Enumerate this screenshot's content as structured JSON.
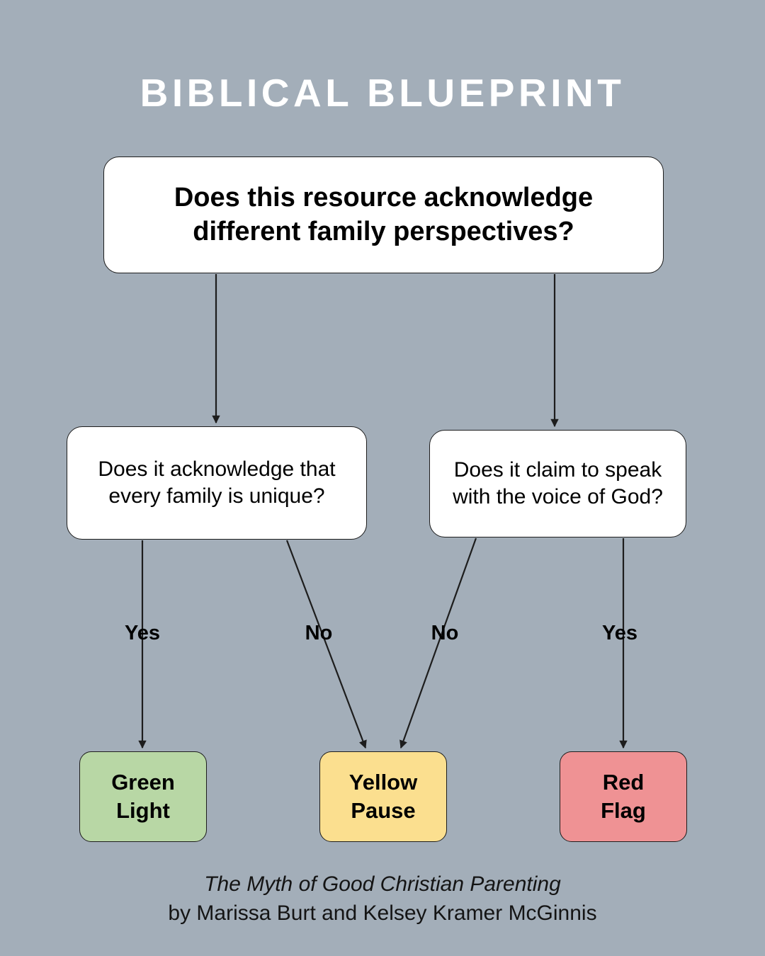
{
  "header": {
    "title": "BIBLICAL BLUEPRINT"
  },
  "colors": {
    "background": "#a3aeb9",
    "title_text": "#ffffff",
    "node_fill": "#ffffff",
    "node_border": "#1d1d1d",
    "green": "#b8d7a5",
    "yellow": "#fbdf8f",
    "red": "#ef9294",
    "edge": "#1d1d1d",
    "text": "#000000"
  },
  "flowchart": {
    "type": "decision-tree",
    "root": {
      "id": "root-question",
      "text": "Does this resource acknowledge different family perspectives?"
    },
    "decisions": [
      {
        "id": "decision-family-unique",
        "text": "Does it acknowledge that every family is unique?"
      },
      {
        "id": "decision-voice-of-god",
        "text": "Does it claim to speak with the voice of God?"
      }
    ],
    "outcomes": [
      {
        "id": "outcome-green",
        "line1": "Green",
        "line2": "Light",
        "color": "#b8d7a5"
      },
      {
        "id": "outcome-yellow",
        "line1": "Yellow",
        "line2": "Pause",
        "color": "#fbdf8f"
      },
      {
        "id": "outcome-red",
        "line1": "Red",
        "line2": "Flag",
        "color": "#ef9294"
      }
    ],
    "edge_labels": [
      {
        "id": "edge-label-yes-left",
        "text": "Yes",
        "from": "decision-family-unique",
        "to": "outcome-green"
      },
      {
        "id": "edge-label-no-left",
        "text": "No",
        "from": "decision-family-unique",
        "to": "outcome-yellow"
      },
      {
        "id": "edge-label-no-right",
        "text": "No",
        "from": "decision-voice-of-god",
        "to": "outcome-yellow"
      },
      {
        "id": "edge-label-yes-right",
        "text": "Yes",
        "from": "decision-voice-of-god",
        "to": "outcome-red"
      }
    ]
  },
  "footer": {
    "book_title": "The Myth of Good Christian Parenting",
    "authors": "by Marissa Burt and Kelsey Kramer McGinnis"
  }
}
